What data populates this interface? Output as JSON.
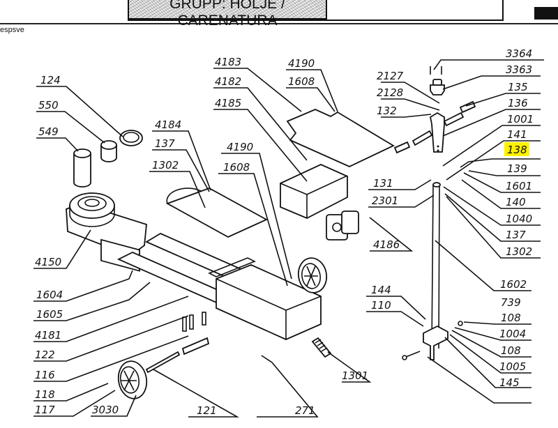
{
  "header": {
    "title": "GRUPP: HÖLJE / CARENATURA",
    "subtitle": "espsve"
  },
  "highlight": {
    "label": "138",
    "color": "#fff200"
  },
  "callouts": {
    "left": [
      "124",
      "550",
      "549",
      "4150",
      "1604",
      "1605",
      "4181",
      "122",
      "116",
      "118",
      "117",
      "3030",
      "121"
    ],
    "center": [
      "4183",
      "4182",
      "4185",
      "4190",
      "1608",
      "4184",
      "137",
      "1302",
      "4190",
      "1608",
      "271",
      "1301",
      "4186",
      "131",
      "2301",
      "144",
      "110"
    ],
    "right": [
      "3364",
      "3363",
      "2127",
      "2128",
      "132",
      "135",
      "136",
      "1001",
      "141",
      "138",
      "139",
      "1601",
      "140",
      "1040",
      "137",
      "1302",
      "1602",
      "739",
      "108",
      "1004",
      "108",
      "1005",
      "145"
    ]
  },
  "parts": {
    "ring": "124",
    "small-cylinder": "550",
    "tall-cylinder": "549",
    "motor-base": "4150",
    "cover-box": "4185",
    "lid-panel": "4183",
    "pump": "4186",
    "frame-chassis": "4181",
    "wheel-rear": "3030",
    "axle": "121",
    "spring": "1301",
    "handle-tube": "1602",
    "t-handle": "1001"
  }
}
